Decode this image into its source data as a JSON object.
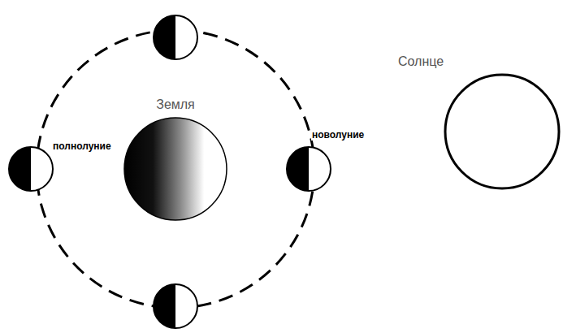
{
  "diagram": {
    "nodes": [
      {
        "text": [
          "Земля"
        ]
      },
      {
        "text": [
          "Солнце"
        ]
      }
    ],
    "labels": [
      "полнолуние",
      "новолуние"
    ]
  }
}
